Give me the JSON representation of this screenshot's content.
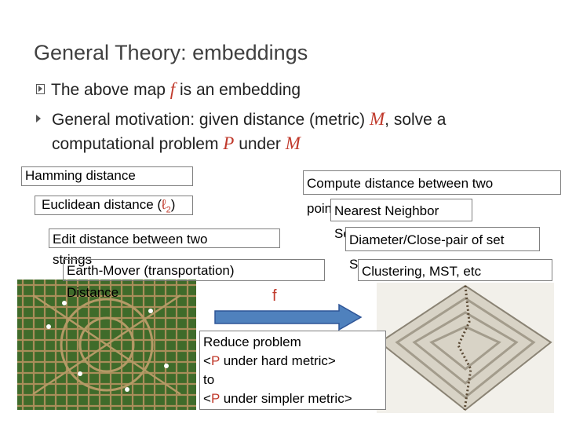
{
  "slide": {
    "title": "General Theory: embeddings",
    "bullet1": {
      "prefix": "The above map ",
      "var": "f",
      "suffix": " is an embedding"
    },
    "bullet2": {
      "prefix": "General motivation: given distance (metric) ",
      "var1": "M",
      "mid": ", solve a",
      "line2_prefix": "computational problem ",
      "var2": "P",
      "line2_mid": " under ",
      "var3": "M"
    }
  },
  "left_boxes": {
    "hamming": "Hamming distance",
    "euclidean_prefix": "Euclidean distance (",
    "euclidean_sym": "ℓ",
    "euclidean_sub": "2",
    "euclidean_suffix": ")",
    "edit": "Edit distance between two\nstrings",
    "emd": "Earth-Mover (transportation)\nDistance"
  },
  "right_boxes": {
    "compute": "Compute distance between two\npoints",
    "nn": "Nearest Neighbor\nSearch",
    "diameter": "Diameter/Close-pair of set\nS",
    "clustering": "Clustering, MST, etc"
  },
  "map_label": "f",
  "reduce": {
    "line1": "Reduce problem",
    "line2_a": "<",
    "line2_p": "P",
    "line2_b": " under hard metric>",
    "line3": "to",
    "line4_a": "<",
    "line4_p": "P",
    "line4_b": " under simpler metric>"
  },
  "colors": {
    "accent": "#c0392b",
    "arrow": "#4f81bd",
    "hedge": "#3f6b2a"
  }
}
